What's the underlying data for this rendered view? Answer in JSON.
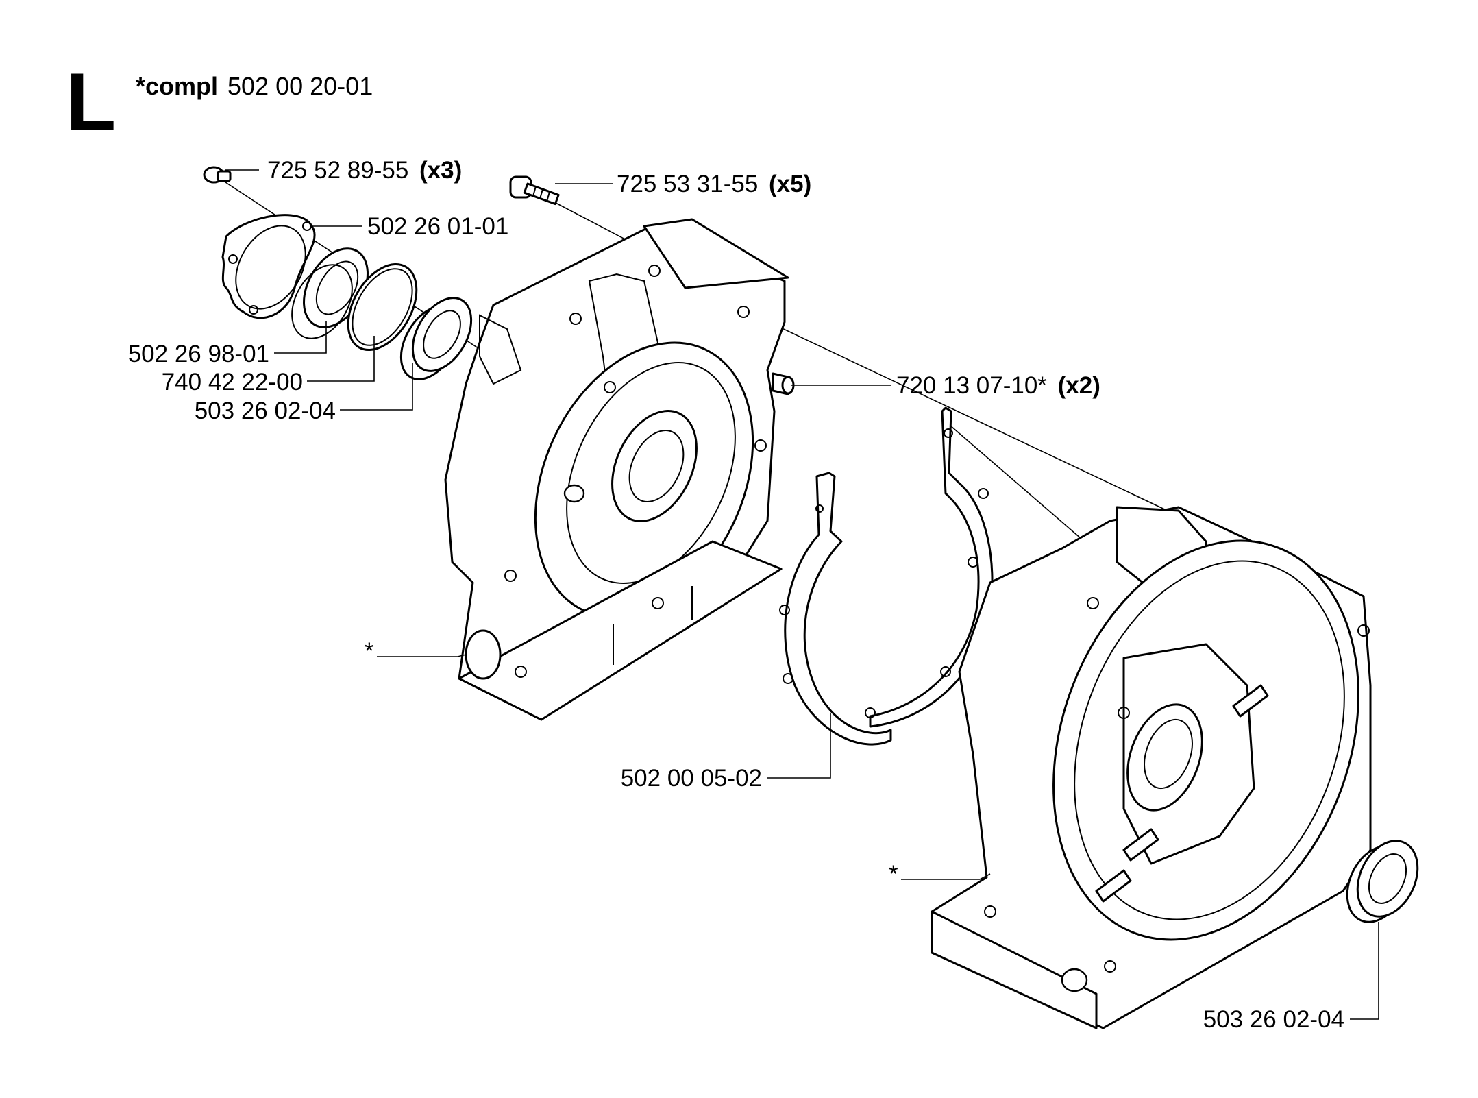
{
  "section_letter": "L",
  "assembly": {
    "prefix": "*compl",
    "number": "502 00 20-01"
  },
  "callouts": [
    {
      "id": "screw-m5",
      "number": "725 52 89-55",
      "qty": "(x3)"
    },
    {
      "id": "cover-plate",
      "number": "502 26 01-01"
    },
    {
      "id": "bearing-sleeve",
      "number": "502 26 98-01"
    },
    {
      "id": "o-ring",
      "number": "740 42 22-00"
    },
    {
      "id": "seal-ring-left",
      "number": "503 26 02-04"
    },
    {
      "id": "screw-long",
      "number": "725 53 31-55",
      "qty": "(x5)"
    },
    {
      "id": "guide-pin",
      "number": "720 13 07-10*",
      "qty": "(x2)"
    },
    {
      "id": "gasket",
      "number": "502 00 05-02"
    },
    {
      "id": "seal-ring-right",
      "number": "503 26 02-04"
    },
    {
      "id": "crankcase-left",
      "number": "*"
    },
    {
      "id": "crankcase-right",
      "number": "*"
    }
  ]
}
